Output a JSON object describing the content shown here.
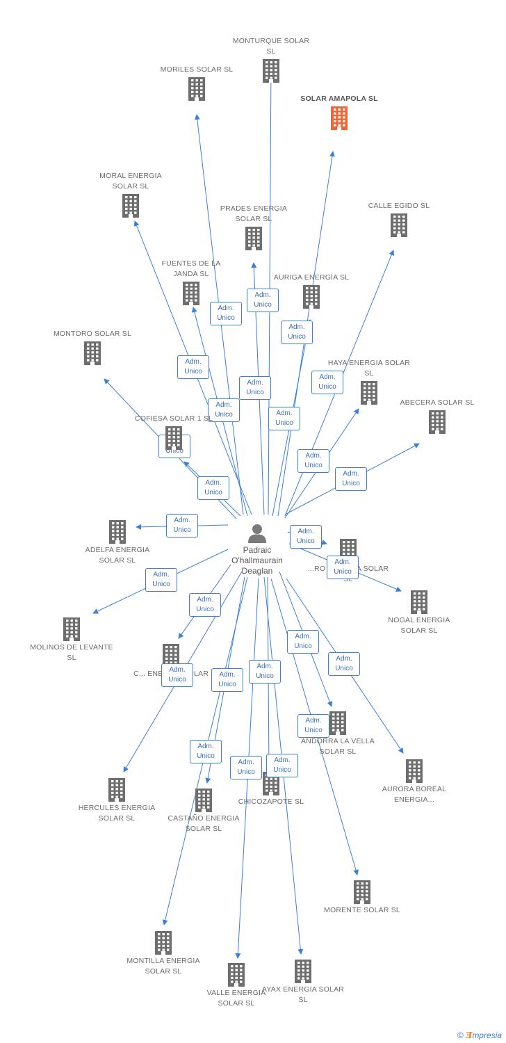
{
  "colors": {
    "edge": "#3d7fd8",
    "building": "#6e6e6e",
    "building_highlight": "#f26533",
    "person": "#7a7a7a"
  },
  "person": {
    "name": "Padraic O'hallmaurain Deaglan",
    "icon": "person-icon"
  },
  "badge": {
    "line1": "Adm.",
    "line2": "Unico"
  },
  "brand": {
    "copyright": "©",
    "e": "Ǝ",
    "rest": "mpresia"
  },
  "companies": [
    {
      "name": "MONTURQUE SOLAR SL"
    },
    {
      "name": "MORILES SOLAR SL"
    },
    {
      "name": "SOLAR AMAPOLA SL",
      "highlight": true
    },
    {
      "name": "MORAL ENERGIA SOLAR SL"
    },
    {
      "name": "PRADES ENERGIA SOLAR SL"
    },
    {
      "name": "CALLE EGIDO SL"
    },
    {
      "name": "FUENTES DE LA JANDA SL"
    },
    {
      "name": "AURIGA ENERGIA SL"
    },
    {
      "name": "MONTORO SOLAR SL"
    },
    {
      "name": "HAYA ENERGIA SOLAR SL"
    },
    {
      "name": "COFIESA SOLAR 1 SL"
    },
    {
      "name": "ABECERA SOLAR SL"
    },
    {
      "name": "ADELFA ENERGIA SOLAR SL"
    },
    {
      "name": "...RO ENERGIA SOLAR SL"
    },
    {
      "name": "NOGAL ENERGIA SOLAR SL"
    },
    {
      "name": "MOLINOS DE LEVANTE SL"
    },
    {
      "name": "C... ENERGIA SOLAR SL"
    },
    {
      "name": "ANDORRA LA VELLA SOLAR SL"
    },
    {
      "name": "AURORA BOREAL ENERGIA..."
    },
    {
      "name": "HERCULES ENERGIA SOLAR SL"
    },
    {
      "name": "CASTAÑO ENERGIA SOLAR SL"
    },
    {
      "name": "CHICOZAPOTE SL"
    },
    {
      "name": "MORENTE SOLAR SL"
    },
    {
      "name": "MONTILLA ENERGIA SOLAR SL"
    },
    {
      "name": "VALLE ENERGIA SOLAR SL"
    },
    {
      "name": "AYAX ENERGIA SOLAR SL"
    }
  ]
}
